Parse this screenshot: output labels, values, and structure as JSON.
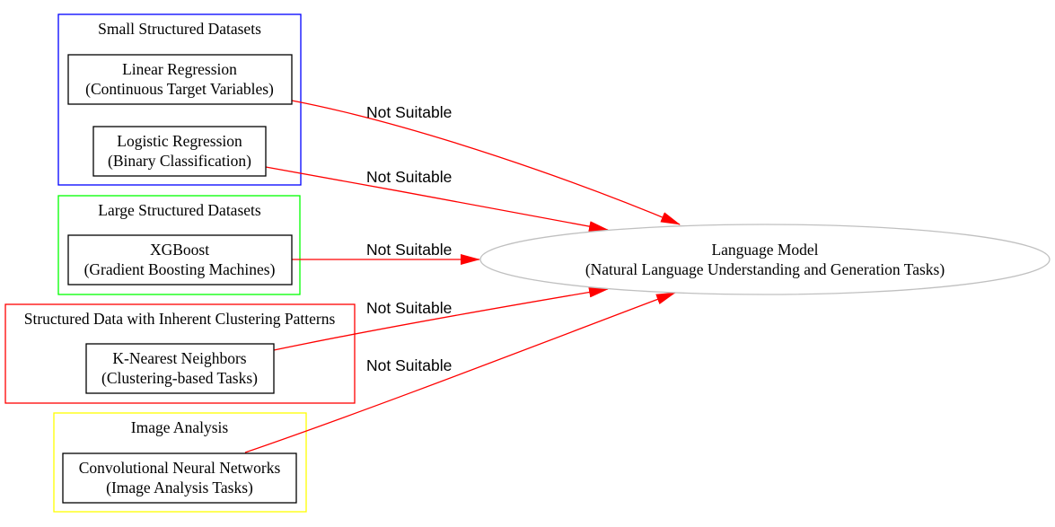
{
  "clusters": [
    {
      "title": "Small Structured Datasets",
      "color": "#0000ff"
    },
    {
      "title": "Large Structured Datasets",
      "color": "#00ff00"
    },
    {
      "title": "Structured Data with Inherent Clustering Patterns",
      "color": "#ff0000"
    },
    {
      "title": "Image Analysis",
      "color": "#ffff00"
    }
  ],
  "nodes": [
    {
      "line1": "Linear Regression",
      "line2": "(Continuous Target Variables)"
    },
    {
      "line1": "Logistic Regression",
      "line2": "(Binary Classification)"
    },
    {
      "line1": "XGBoost",
      "line2": "(Gradient Boosting Machines)"
    },
    {
      "line1": "K-Nearest Neighbors",
      "line2": "(Clustering-based Tasks)"
    },
    {
      "line1": "Convolutional Neural Networks",
      "line2": "(Image Analysis Tasks)"
    }
  ],
  "target": {
    "line1": "Language Model",
    "line2": "(Natural Language Understanding and Generation Tasks)",
    "border_color": "#c0c0c0"
  },
  "edges": [
    {
      "label": "Not Suitable"
    },
    {
      "label": "Not Suitable"
    },
    {
      "label": "Not Suitable"
    },
    {
      "label": "Not Suitable"
    },
    {
      "label": "Not Suitable"
    }
  ],
  "edge_color": "#ff0000"
}
